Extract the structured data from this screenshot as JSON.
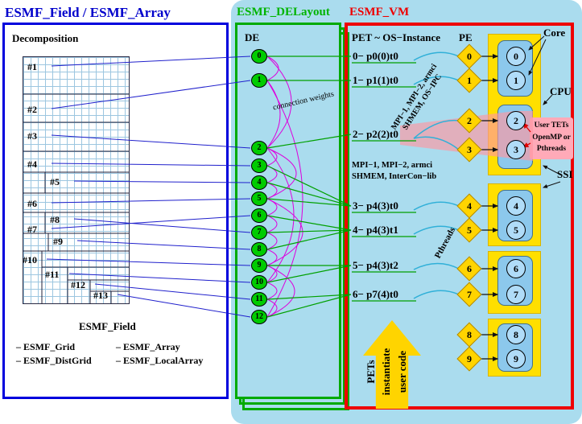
{
  "left_panel": {
    "title": "ESMF_Field / ESMF_Array",
    "decomposition_label": "Decomposition",
    "regions": [
      "#1",
      "#2",
      "#3",
      "#4",
      "#5",
      "#6",
      "#7",
      "#8",
      "#9",
      "#10",
      "#11",
      "#12",
      "#13"
    ],
    "footer_title": "ESMF_Field",
    "footer_items": [
      "– ESMF_Grid",
      "– ESMF_Array",
      "– ESMF_DistGrid",
      "– ESMF_LocalArray"
    ]
  },
  "delayout_panel": {
    "title": "ESMF_DELayout",
    "de_header": "DE",
    "de_items": [
      "0",
      "1",
      "2",
      "3",
      "4",
      "5",
      "6",
      "7",
      "8",
      "9",
      "10",
      "11",
      "12"
    ],
    "connection_weights_label": "connection weights"
  },
  "vm_panel": {
    "title": "ESMF_VM",
    "pet_header": "PET ~ OS−Instance",
    "pe_header": "PE",
    "core_label": "Core",
    "cpu_label": "CPU",
    "ssi_label": "SSI",
    "pets": [
      "0− p0(0)t0",
      "1− p1(1)t0",
      "2− p2(2)t0",
      "3− p4(3)t0",
      "4− p4(3)t1",
      "5− p4(3)t2",
      "6− p7(4)t0"
    ],
    "pes": [
      "0",
      "1",
      "2",
      "3",
      "4",
      "5",
      "6",
      "7",
      "8",
      "9"
    ],
    "cores": [
      "0",
      "1",
      "2",
      "3",
      "4",
      "5",
      "6",
      "7",
      "8",
      "9"
    ],
    "comm_note_diagonal": {
      "line1": "MPI−1, MPI−2, armci",
      "line2": "SHMEM, OS−IPC"
    },
    "comm_note": {
      "line1": "MPI−1, MPI−2, armci",
      "line2": "SHMEM, InterCon−lib"
    },
    "pthreads_label": "Pthreads",
    "user_threads_box": [
      "User TETs",
      "OpenMP or",
      "Pthreads"
    ],
    "arrow_text": [
      "PETs",
      "instantiate",
      "user code"
    ]
  },
  "colors": {
    "blue_border": "#0000dd",
    "green_border": "#00aa00",
    "red_border": "#ee0000",
    "light_blue_bg": "#aadcee",
    "de_fill": "#00cc00",
    "yellow": "#ffdf00",
    "core_fill": "#b0dcf8",
    "pink": "#ffaab8",
    "blue_line": "#2020cc",
    "green_line": "#00a000",
    "magenta": "#dd00dd",
    "cyan_line": "#30b0d8"
  }
}
